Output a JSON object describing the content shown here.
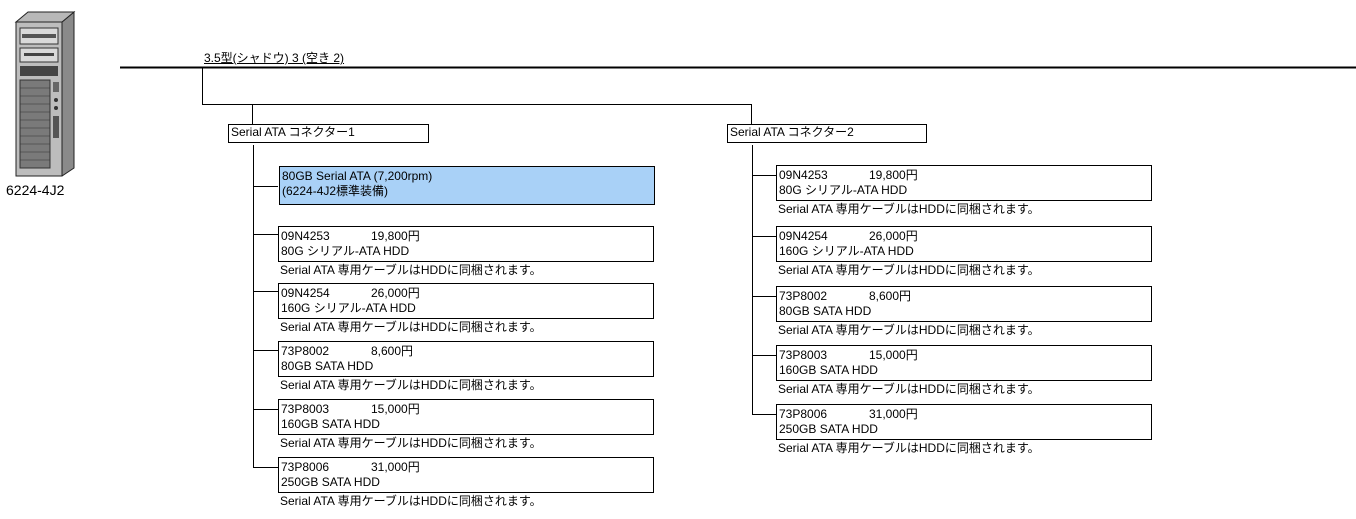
{
  "machine": {
    "model": "6224-4J2",
    "icon": "tower-server-icon"
  },
  "bay": {
    "label": "3.5型(シャドウ) 3 (空き 2)"
  },
  "connectors": [
    {
      "label": "Serial ATA コネクター1",
      "standard": {
        "line1": "80GB Serial ATA (7,200rpm)",
        "line2": "(6224-4J2標準装備)"
      },
      "options": [
        {
          "part": "09N4253",
          "price": "19,800円",
          "desc": "80G シリアル-ATA HDD",
          "note": "Serial ATA 専用ケーブルはHDDに同梱されます。"
        },
        {
          "part": "09N4254",
          "price": "26,000円",
          "desc": "160G シリアル-ATA HDD",
          "note": "Serial ATA 専用ケーブルはHDDに同梱されます。"
        },
        {
          "part": "73P8002",
          "price": "8,600円",
          "desc": "80GB SATA HDD",
          "note": "Serial ATA 専用ケーブルはHDDに同梱されます。"
        },
        {
          "part": "73P8003",
          "price": "15,000円",
          "desc": "160GB SATA HDD",
          "note": "Serial ATA 専用ケーブルはHDDに同梱されます。"
        },
        {
          "part": "73P8006",
          "price": "31,000円",
          "desc": "250GB SATA HDD",
          "note": "Serial ATA 専用ケーブルはHDDに同梱されます。"
        }
      ]
    },
    {
      "label": "Serial ATA コネクター2",
      "options": [
        {
          "part": "09N4253",
          "price": "19,800円",
          "desc": "80G シリアル-ATA HDD",
          "note": "Serial ATA 専用ケーブルはHDDに同梱されます。"
        },
        {
          "part": "09N4254",
          "price": "26,000円",
          "desc": "160G シリアル-ATA HDD",
          "note": "Serial ATA 専用ケーブルはHDDに同梱されます。"
        },
        {
          "part": "73P8002",
          "price": "8,600円",
          "desc": "80GB SATA HDD",
          "note": "Serial ATA 専用ケーブルはHDDに同梱されます。"
        },
        {
          "part": "73P8003",
          "price": "15,000円",
          "desc": "160GB SATA HDD",
          "note": "Serial ATA 専用ケーブルはHDDに同梱されます。"
        },
        {
          "part": "73P8006",
          "price": "31,000円",
          "desc": "250GB SATA HDD",
          "note": "Serial ATA 専用ケーブルはHDDに同梱されます。"
        }
      ]
    }
  ]
}
